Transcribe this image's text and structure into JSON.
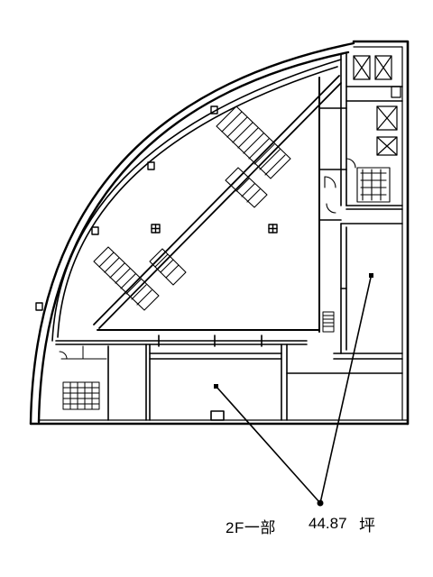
{
  "caption": {
    "floor_label": "2F一部",
    "area_value": "44.87",
    "area_unit": "坪"
  },
  "plan": {
    "stroke_color": "#000000",
    "background": "#ffffff"
  }
}
